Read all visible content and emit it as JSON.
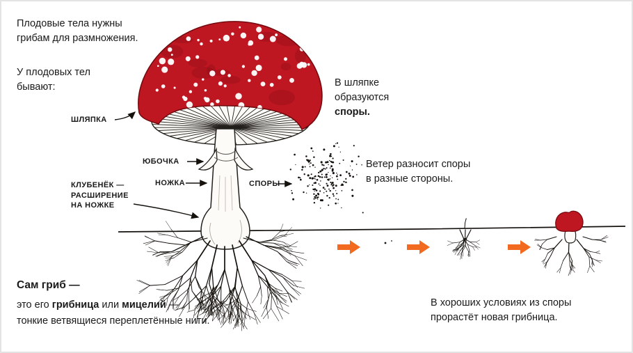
{
  "colors": {
    "accent": "#f26a1f",
    "cap": "#bf1722",
    "text": "#1a1a1a"
  },
  "intro": {
    "line1": "Плодовые тела нужны",
    "line2": "грибам для размножения."
  },
  "subintro": {
    "line1": "У плодовых тел",
    "line2": "бывают:"
  },
  "labels": {
    "cap": "ШЛЯПКА",
    "ring": "ЮБОЧКА",
    "stem": "НОЖКА",
    "tuber1": "КЛУБЕНЁК —",
    "tuber2": "РАСШИРЕНИЕ",
    "tuber3": "НА НОЖКЕ",
    "spores": "СПОРЫ"
  },
  "cap_note": {
    "line1": "В шляпке",
    "line2": "образуются",
    "line3": "споры."
  },
  "wind_note": {
    "line1": "Ветер разносит споры",
    "line2": "в разные стороны."
  },
  "mycelium_note": {
    "title": "Сам гриб —",
    "l2a": "это его ",
    "l2b": "грибница",
    "l2c": " или ",
    "l2d": "мицелий",
    "l2e": " —",
    "line3": "тонкие ветвящиеся переплетённые нити."
  },
  "growth_note": {
    "line1": "В хороших условиях из споры",
    "line2": "прорастёт новая грибница."
  }
}
